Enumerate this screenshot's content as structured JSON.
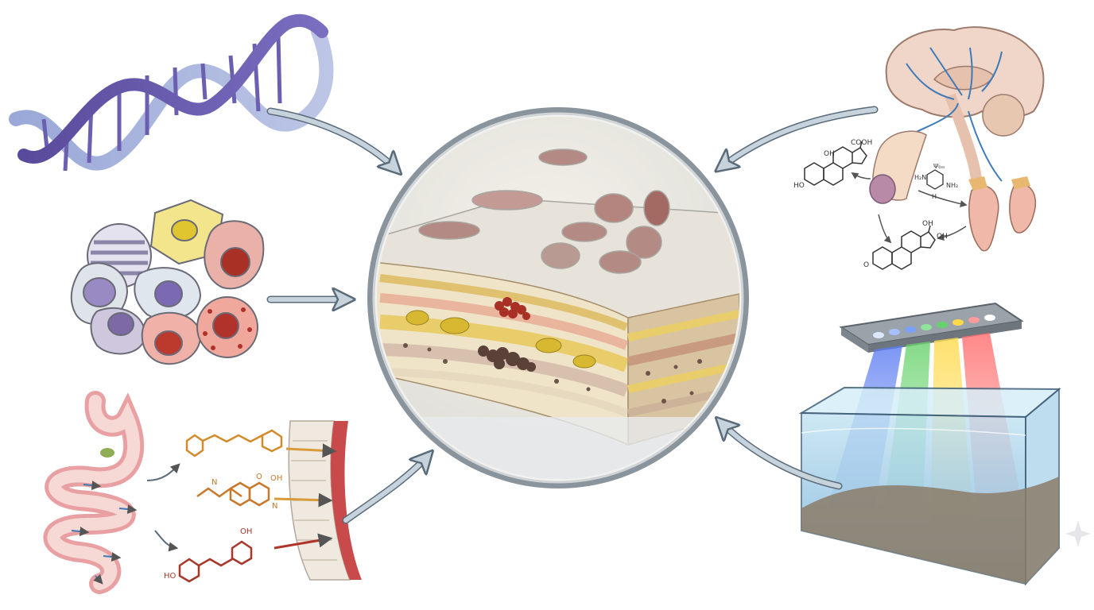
{
  "figure": {
    "title": "",
    "center": "skin-cross-section-magnifier",
    "panels": [
      {
        "id": "genetics",
        "icon": "dna-double-helix-icon"
      },
      {
        "id": "skin-cells",
        "icon": "pigment-cells-cluster-icon"
      },
      {
        "id": "diet",
        "icon": "digestive-tract-carotenoid-absorption-icon"
      },
      {
        "id": "hormones",
        "icon": "brain-pituitary-gland-icon"
      },
      {
        "id": "environment",
        "icon": "light-over-water-tank-icon"
      }
    ]
  },
  "hormone_labels": {
    "steroid_top_oh": "OH",
    "steroid_top_acid": "COOH",
    "steroid_top_ho": "HO",
    "amine_h2n": "H₂N",
    "amine_label": "Ψ₀ₘ",
    "amine_nh2": "NH₂",
    "amine_h": "H",
    "steroid_bottom_o": "O",
    "steroid_bottom_oh": "OH",
    "steroid_bottom_oh2": "OH"
  },
  "diet_labels": {
    "mol2_o": "O",
    "mol2_oh": "OH",
    "mol2_n1": "N",
    "mol2_n2": "N",
    "mol3_oh": "OH",
    "mol3_ho": "HO"
  },
  "colors": {
    "arrow": "#c7d3dc",
    "arrow_stroke": "#5a6b7a",
    "lens_ring": "#8a949c",
    "carotenoid": "#d38a2a",
    "riboflavin": "#c9782a",
    "pigment": "#a8372a"
  }
}
